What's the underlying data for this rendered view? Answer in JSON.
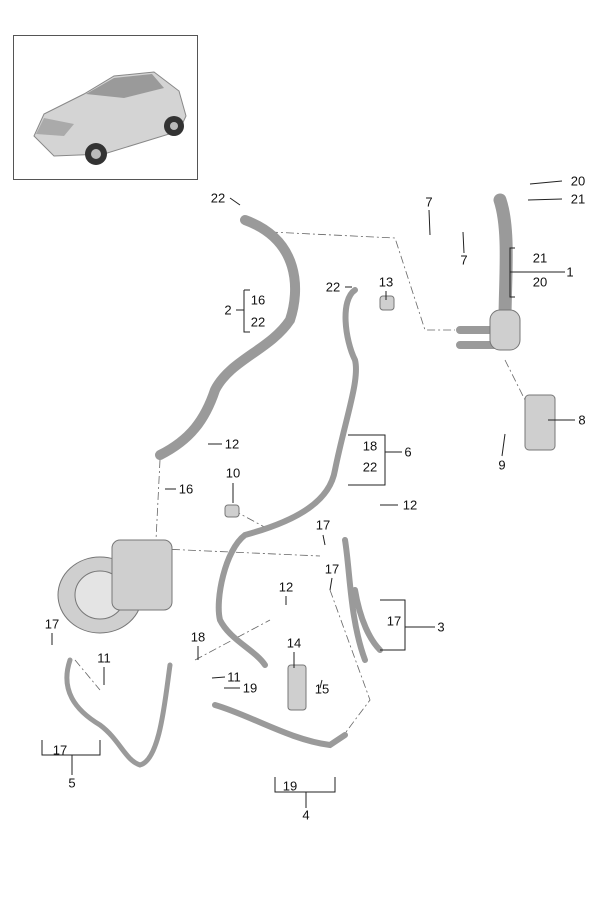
{
  "diagram": {
    "thumbnail": "vehicle-overview",
    "callouts": [
      {
        "id": "c22a",
        "text": "22"
      },
      {
        "id": "c20a",
        "text": "20"
      },
      {
        "id": "c21a",
        "text": "21"
      },
      {
        "id": "c7a",
        "text": "7"
      },
      {
        "id": "c7b",
        "text": "7"
      },
      {
        "id": "c21b",
        "text": "21"
      },
      {
        "id": "c20b",
        "text": "20"
      },
      {
        "id": "c1",
        "text": "1"
      },
      {
        "id": "c2",
        "text": "2"
      },
      {
        "id": "c16a",
        "text": "16"
      },
      {
        "id": "c22b",
        "text": "22"
      },
      {
        "id": "c22c",
        "text": "22"
      },
      {
        "id": "c13",
        "text": "13"
      },
      {
        "id": "c8",
        "text": "8"
      },
      {
        "id": "c9",
        "text": "9"
      },
      {
        "id": "c12a",
        "text": "12"
      },
      {
        "id": "c16b",
        "text": "16"
      },
      {
        "id": "c18a",
        "text": "18"
      },
      {
        "id": "c22d",
        "text": "22"
      },
      {
        "id": "c6",
        "text": "6"
      },
      {
        "id": "c10",
        "text": "10"
      },
      {
        "id": "c12b",
        "text": "12"
      },
      {
        "id": "c17a",
        "text": "17"
      },
      {
        "id": "c17b",
        "text": "17"
      },
      {
        "id": "c12c",
        "text": "12"
      },
      {
        "id": "c17c",
        "text": "17"
      },
      {
        "id": "c3",
        "text": "3"
      },
      {
        "id": "c17d",
        "text": "17"
      },
      {
        "id": "c11a",
        "text": "11"
      },
      {
        "id": "c18b",
        "text": "18"
      },
      {
        "id": "c14",
        "text": "14"
      },
      {
        "id": "c15",
        "text": "15"
      },
      {
        "id": "c11b",
        "text": "11"
      },
      {
        "id": "c19a",
        "text": "19"
      },
      {
        "id": "c17e",
        "text": "17"
      },
      {
        "id": "c5",
        "text": "5"
      },
      {
        "id": "c19b",
        "text": "19"
      },
      {
        "id": "c4",
        "text": "4"
      }
    ]
  }
}
